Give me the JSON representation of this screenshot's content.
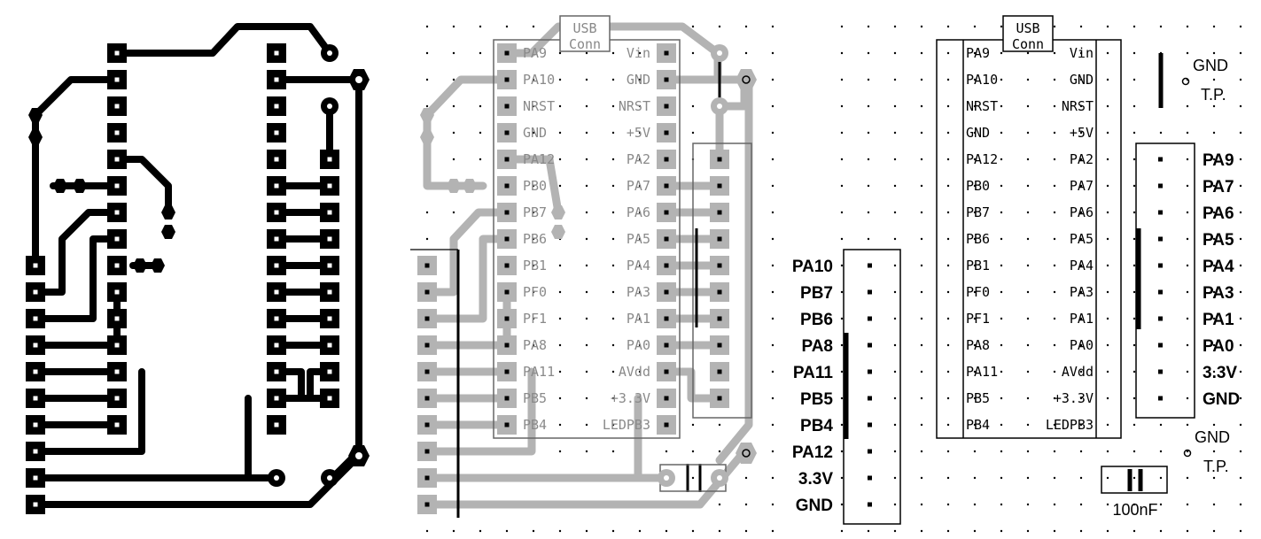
{
  "usb_label_top": "USB",
  "usb_label_bottom": "Conn",
  "module_left_pins": [
    "PA9",
    "PA10",
    "NRST",
    "GND",
    "PA12",
    "PB0",
    "PB7",
    "PB6",
    "PB1",
    "PF0",
    "PF1",
    "PA8",
    "PA11",
    "PB5",
    "PB4"
  ],
  "module_right_pins": [
    "Vin",
    "GND",
    "NRST",
    "+5V",
    "PA2",
    "PA7",
    "PA6",
    "PA5",
    "PA4",
    "PA3",
    "PA1",
    "PA0",
    "AVdd",
    "+3.3V",
    "LEDPB3"
  ],
  "header_left_labels": [
    "PA10",
    "PB7",
    "PB6",
    "PA8",
    "PA11",
    "PB5",
    "PB4",
    "PA12",
    "3.3V",
    "GND"
  ],
  "header_right_labels": [
    "PA9",
    "PA7",
    "PA6",
    "PA5",
    "PA4",
    "PA3",
    "PA1",
    "PA0",
    "3.3V",
    "GND"
  ],
  "test_point_top": {
    "line1": "GND",
    "line2": "T.P."
  },
  "test_point_bottom": {
    "line1": "GND",
    "line2": "T.P."
  },
  "capacitor_label": "100nF"
}
